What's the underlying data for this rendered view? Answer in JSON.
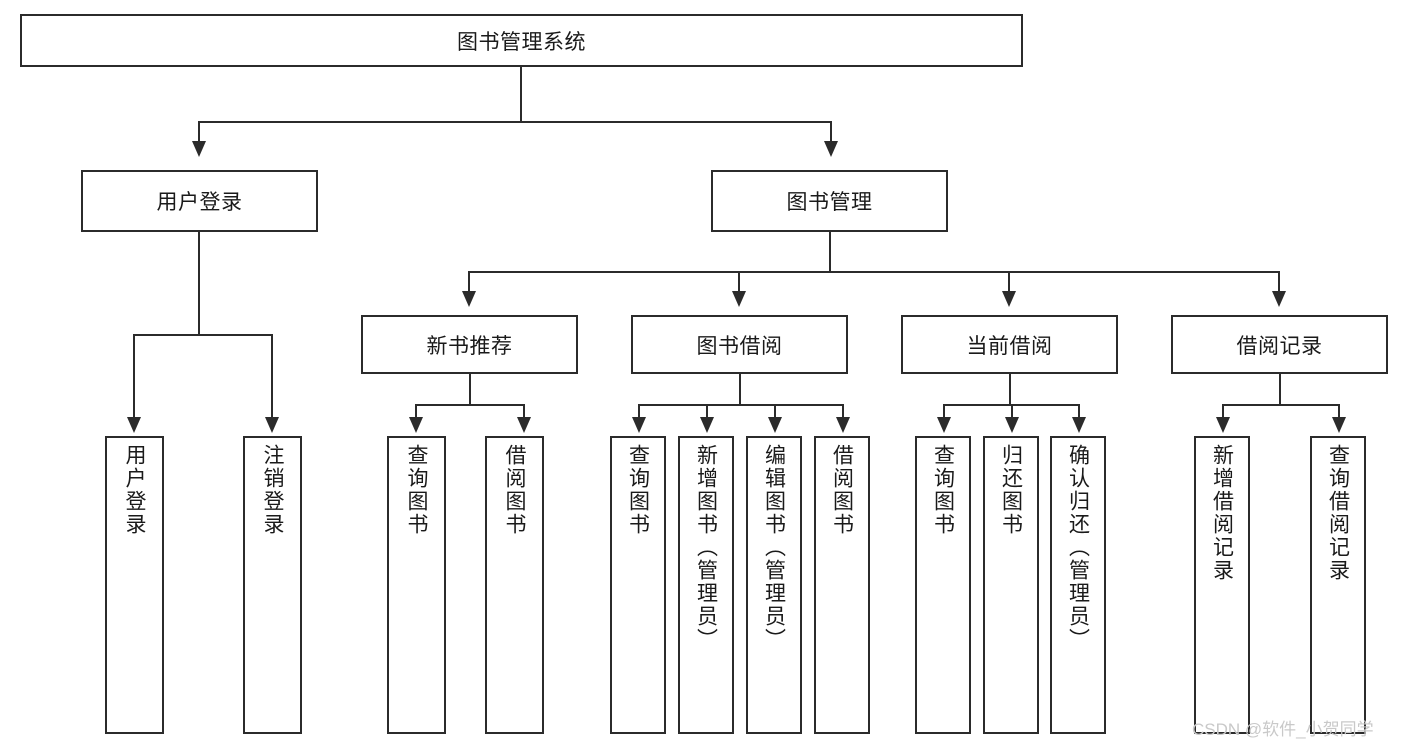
{
  "diagram": {
    "title": "图书管理系统",
    "type": "hierarchy-tree",
    "root": {
      "label": "图书管理系统"
    },
    "level1": [
      {
        "label": "用户登录"
      },
      {
        "label": "图书管理"
      }
    ],
    "level2": [
      {
        "label": "新书推荐"
      },
      {
        "label": "图书借阅"
      },
      {
        "label": "当前借阅"
      },
      {
        "label": "借阅记录"
      }
    ],
    "leaves": {
      "user_login": [
        {
          "label": "用户登录"
        },
        {
          "label": "注销登录"
        }
      ],
      "new_book_recommend": [
        {
          "label": "查询图书"
        },
        {
          "label": "借阅图书"
        }
      ],
      "book_borrow": [
        {
          "label": "查询图书"
        },
        {
          "label": "新增图书（管理员）"
        },
        {
          "label": "编辑图书（管理员）"
        },
        {
          "label": "借阅图书"
        }
      ],
      "current_borrow": [
        {
          "label": "查询图书"
        },
        {
          "label": "归还图书"
        },
        {
          "label": "确认归还（管理员）"
        }
      ],
      "borrow_record": [
        {
          "label": "新增借阅记录"
        },
        {
          "label": "查询借阅记录"
        }
      ]
    }
  },
  "watermark": {
    "text": "CSDN @软件_小贺同学"
  },
  "colors": {
    "stroke": "#2b2b2b",
    "background": "#ffffff",
    "text": "#1a1a1a",
    "watermark": "#c9c9c9"
  }
}
